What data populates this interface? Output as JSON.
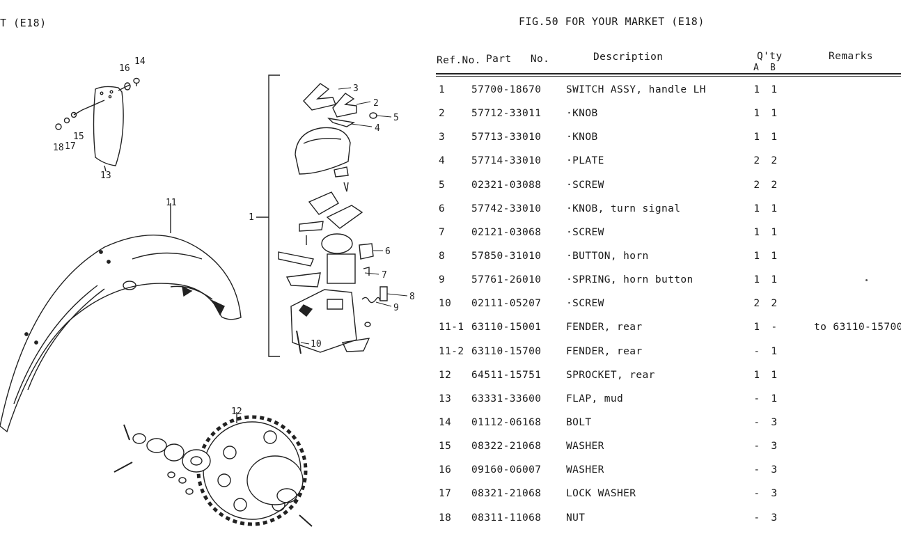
{
  "left_title": "T (E18)",
  "figure_title": "FIG.50  FOR YOUR MARKET (E18)",
  "table": {
    "headers": {
      "ref": "Ref.No.",
      "part": "Part   No.",
      "description": "Description",
      "qty": "Q'ty",
      "qty_a": "A",
      "qty_b": "B",
      "remarks": "Remarks"
    },
    "rows": [
      {
        "ref": "1",
        "part": "57700-18670",
        "desc": "SWITCH ASSY, handle LH",
        "a": "1",
        "b": "1",
        "remarks": ""
      },
      {
        "ref": "2",
        "part": "57712-33011",
        "desc": "·KNOB",
        "a": "1",
        "b": "1",
        "remarks": ""
      },
      {
        "ref": "3",
        "part": "57713-33010",
        "desc": "·KNOB",
        "a": "1",
        "b": "1",
        "remarks": ""
      },
      {
        "ref": "4",
        "part": "57714-33010",
        "desc": "·PLATE",
        "a": "2",
        "b": "2",
        "remarks": ""
      },
      {
        "ref": "5",
        "part": "02321-03088",
        "desc": "·SCREW",
        "a": "2",
        "b": "2",
        "remarks": ""
      },
      {
        "ref": "6",
        "part": "57742-33010",
        "desc": "·KNOB, turn signal",
        "a": "1",
        "b": "1",
        "remarks": ""
      },
      {
        "ref": "7",
        "part": "02121-03068",
        "desc": "·SCREW",
        "a": "1",
        "b": "1",
        "remarks": ""
      },
      {
        "ref": "8",
        "part": "57850-31010",
        "desc": "·BUTTON, horn",
        "a": "1",
        "b": "1",
        "remarks": ""
      },
      {
        "ref": "9",
        "part": "57761-26010",
        "desc": "·SPRING, horn button",
        "a": "1",
        "b": "1",
        "remarks": ""
      },
      {
        "ref": "10",
        "part": "02111-05207",
        "desc": "·SCREW",
        "a": "2",
        "b": "2",
        "remarks": ""
      },
      {
        "ref": "11-1",
        "part": "63110-15001",
        "desc": "FENDER, rear",
        "a": "1",
        "b": "-",
        "remarks": "to 63110-15700"
      },
      {
        "ref": "11-2",
        "part": "63110-15700",
        "desc": "FENDER, rear",
        "a": "-",
        "b": "1",
        "remarks": ""
      },
      {
        "ref": "12",
        "part": "64511-15751",
        "desc": "SPROCKET, rear",
        "a": "1",
        "b": "1",
        "remarks": ""
      },
      {
        "ref": "13",
        "part": "63331-33600",
        "desc": "FLAP, mud",
        "a": "-",
        "b": "1",
        "remarks": ""
      },
      {
        "ref": "14",
        "part": "01112-06168",
        "desc": "BOLT",
        "a": "-",
        "b": "3",
        "remarks": ""
      },
      {
        "ref": "15",
        "part": "08322-21068",
        "desc": "WASHER",
        "a": "-",
        "b": "3",
        "remarks": ""
      },
      {
        "ref": "16",
        "part": "09160-06007",
        "desc": "WASHER",
        "a": "-",
        "b": "3",
        "remarks": ""
      },
      {
        "ref": "17",
        "part": "08321-21068",
        "desc": "LOCK WASHER",
        "a": "-",
        "b": "3",
        "remarks": ""
      },
      {
        "ref": "18",
        "part": "08311-11068",
        "desc": "NUT",
        "a": "-",
        "b": "3",
        "remarks": ""
      }
    ]
  },
  "diagram": {
    "callouts": {
      "c1": "1",
      "c2": "2",
      "c3": "3",
      "c4": "4",
      "c5": "5",
      "c6": "6",
      "c7": "7",
      "c8": "8",
      "c9": "9",
      "c10": "10",
      "c11": "11",
      "c12": "12",
      "c13": "13",
      "c14": "14",
      "c15": "15",
      "c16": "16",
      "c17": "17",
      "c18": "18"
    }
  }
}
